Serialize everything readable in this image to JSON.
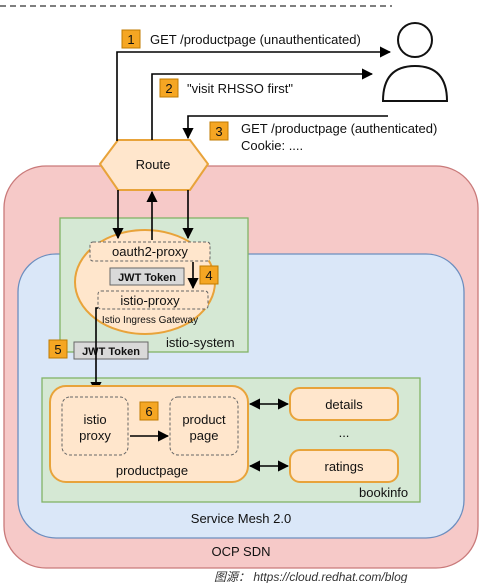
{
  "steps": [
    {
      "num": "1",
      "text": "GET /productpage (unauthenticated)"
    },
    {
      "num": "2",
      "text": "\"visit RHSSO first\""
    },
    {
      "num": "3",
      "text": "GET /productpage (authenticated)",
      "text2": "Cookie: ...."
    },
    {
      "num": "4"
    },
    {
      "num": "5"
    },
    {
      "num": "6"
    }
  ],
  "nodes": {
    "route": "Route",
    "oauth2_proxy": "oauth2-proxy",
    "jwt_token": "JWT Token",
    "istio_proxy_gateway": "istio-proxy",
    "ingress_gateway": "Istio Ingress Gateway",
    "istio_system": "istio-system",
    "istio_proxy_line1": "istio",
    "istio_proxy_line2": "proxy",
    "product_page_line1": "product",
    "product_page_line2": "page",
    "productpage": "productpage",
    "details": "details",
    "ellipsis": "...",
    "ratings": "ratings",
    "bookinfo": "bookinfo",
    "service_mesh": "Service Mesh 2.0",
    "ocp_sdn": "OCP SDN"
  },
  "caption": "图源： https://cloud.redhat.com/blog",
  "colors": {
    "ocp": "#f6c9c8",
    "mesh": "#dae7f8",
    "green": "#d5e8d4",
    "orange": "#ffe6cc",
    "orange_border": "#e8a33a",
    "step_badge": "#f5a623",
    "route": "#ffe6cc"
  }
}
